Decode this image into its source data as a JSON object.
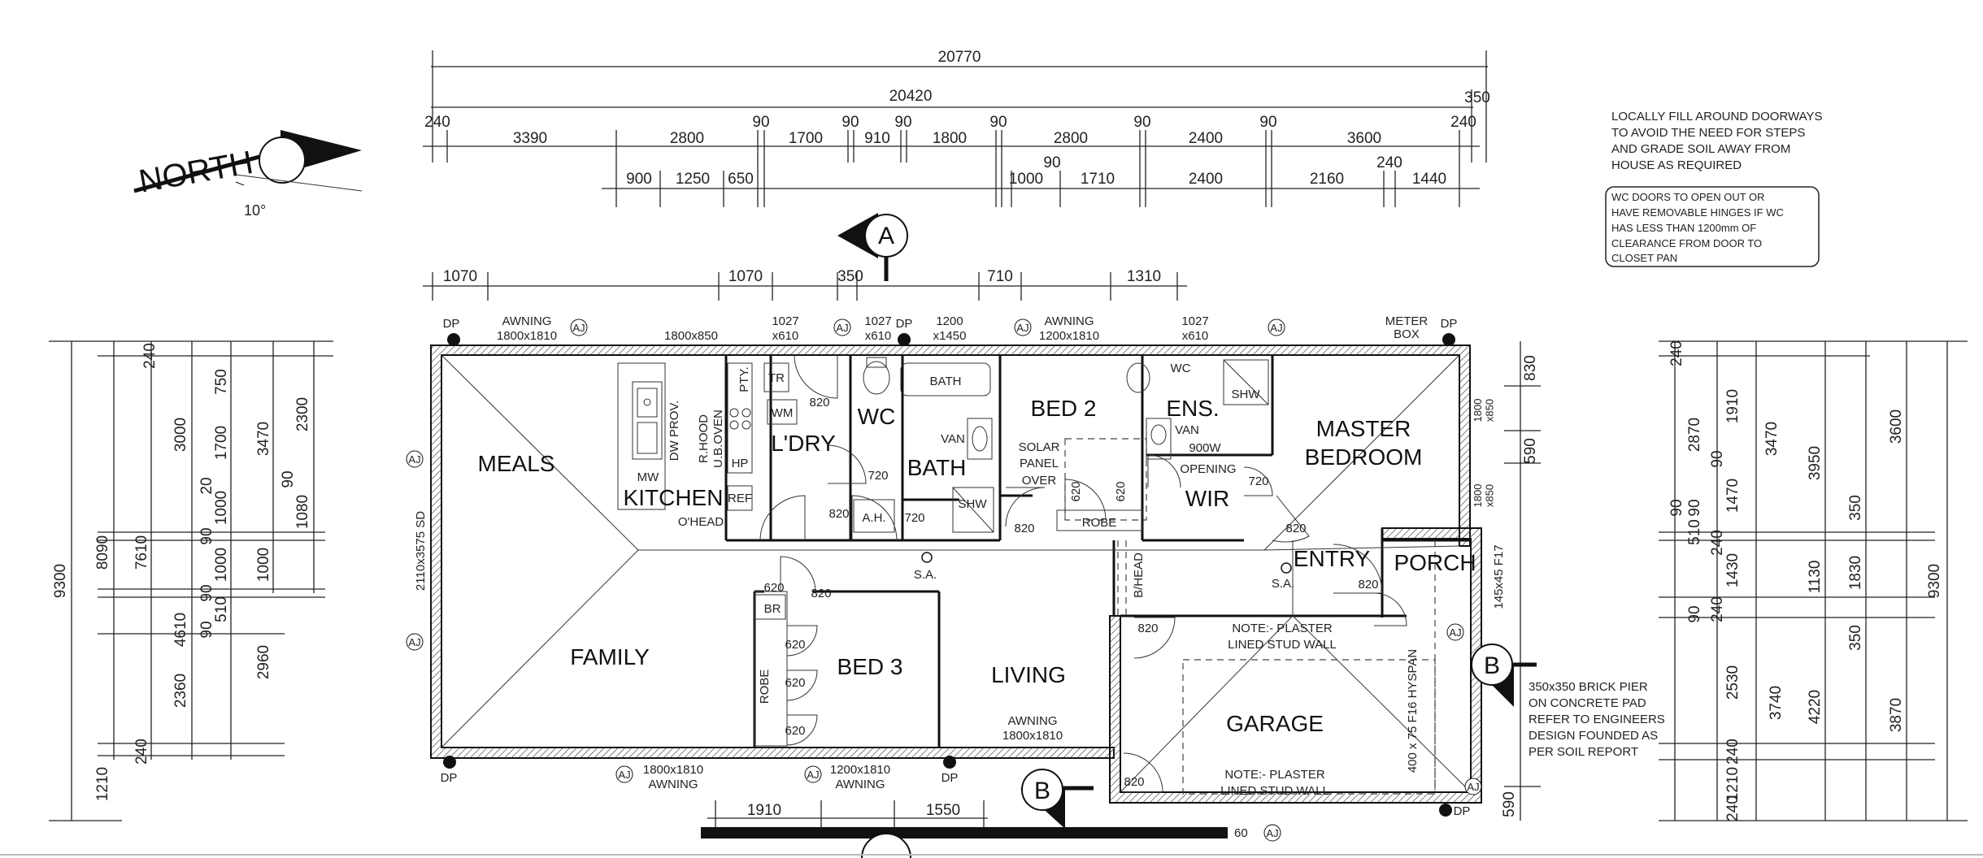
{
  "dims": {
    "top_overall": "20770",
    "top_second": "20420",
    "top_350": "350",
    "top_row1": [
      "240",
      "3390",
      "2800",
      "90",
      "1700",
      "90",
      "910",
      "90",
      "1800",
      "90",
      "2800",
      "90",
      "2400",
      "90",
      "3600",
      "240"
    ],
    "top_row2": [
      "900",
      "1250",
      "650",
      "1000",
      "90",
      "1710",
      "2400",
      "2160",
      "240",
      "1440"
    ],
    "top_row3": [
      "1070",
      "1070",
      "350",
      "710",
      "1310"
    ],
    "bottom": [
      "1910",
      "1550"
    ],
    "left": [
      "9300",
      "8090",
      "7610",
      "3000",
      "4610",
      "750",
      "1700",
      "20",
      "90",
      "1000",
      "90",
      "1000",
      "90",
      "510",
      "2360",
      "240",
      "1210",
      "240",
      "2300",
      "3470",
      "90",
      "1080",
      "1000",
      "2960"
    ],
    "right": [
      "240",
      "2870",
      "1910",
      "90",
      "3470",
      "90",
      "90",
      "510",
      "1470",
      "240",
      "1430",
      "90",
      "240",
      "2530",
      "240",
      "1210",
      "240",
      "3950",
      "3600",
      "350",
      "1130",
      "1830",
      "350",
      "4220",
      "3740",
      "3870",
      "9300"
    ],
    "right_side": [
      "830",
      "590",
      "1800\nx850",
      "1800\nx850",
      "590"
    ]
  },
  "north": {
    "label": "NORTH",
    "angle": "10°"
  },
  "sections": {
    "a": "A",
    "b": "B"
  },
  "rooms": {
    "meals": "MEALS",
    "kitchen": "KITCHEN",
    "laundry": "L'DRY",
    "wc": "WC",
    "bath": "BATH",
    "bed2": "BED 2",
    "ens": "ENS.",
    "master": "MASTER",
    "bedroom": "BEDROOM",
    "wir": "WIR",
    "family": "FAMILY",
    "bed3": "BED 3",
    "living": "LIVING",
    "entry": "ENTRY",
    "porch": "PORCH",
    "garage": "GARAGE"
  },
  "labels": {
    "dp": "DP",
    "aj": "AJ",
    "awning1": "AWNING",
    "awning1_size": "1800x1810",
    "win1800": "1800x850",
    "win1027a": "1027",
    "win1027a_size": "x610",
    "win1027b": "1027",
    "win1027b_size": "x610",
    "win1200": "1200",
    "win1200_size": "x1450",
    "awning2": "AWNING",
    "awning2_size": "1200x1810",
    "win1027c": "1027",
    "win1027c_size": "x610",
    "meter": "METER",
    "meter_box": "BOX",
    "dw": "DW PROV.",
    "rhood": "R.HOOD",
    "uboven": "U.B.OVEN",
    "pty": "PTY.",
    "tr": "TR",
    "wm": "WM",
    "hp": "HP",
    "ref": "REF",
    "mw": "MW",
    "ohead": "O'HEAD",
    "d820a": "820",
    "d720a": "720",
    "d820b": "820",
    "ah": "A.H.",
    "d720b": "720",
    "bath_tub": "BATH",
    "van1": "VAN",
    "shw1": "SHW",
    "solar1": "SOLAR",
    "solar2": "PANEL",
    "solar3": "OVER",
    "d620a": "620",
    "d620b": "620",
    "robe1": "ROBE",
    "d820c": "820",
    "wc2": "WC",
    "shw2": "SHW",
    "van2": "VAN",
    "opening1": "900W",
    "opening2": "OPENING",
    "d720c": "720",
    "d820d": "820",
    "d820e": "820",
    "sd": "2110x3575 SD",
    "sa1": "S.A.",
    "sa2": "S.A.",
    "bhead": "B/HEAD",
    "f17": "145x45 F17",
    "d620c": "620",
    "d820f": "820",
    "br": "BR",
    "d620d": "620",
    "d620e": "620",
    "d620f": "620",
    "robe2": "ROBE",
    "awning3": "AWNING",
    "awning3_size": "1800x1810",
    "awning4_size": "1800x1810",
    "awning4": "AWNING",
    "awning5_size": "1200x1810",
    "awning5": "AWNING",
    "d820g": "820",
    "d820h": "820",
    "note1a": "NOTE:- PLASTER",
    "note1b": "LINED STUD WALL",
    "note2a": "NOTE:- PLASTER",
    "note2b": "LINED STUD WALL",
    "hyspan": "400 x 75 F16 HYSPAN",
    "sixty": "60",
    "pier1": "350x350 BRICK PIER",
    "pier2": "ON CONCRETE PAD",
    "pier3": "REFER TO ENGINEERS",
    "pier4": "DESIGN FOUNDED AS",
    "pier5": "PER SOIL REPORT"
  },
  "notes": {
    "fill": [
      "LOCALLY FILL AROUND DOORWAYS",
      "TO AVOID THE NEED FOR STEPS",
      "AND GRADE SOIL AWAY FROM",
      "HOUSE AS REQUIRED"
    ],
    "wc_doors": [
      "WC DOORS TO OPEN OUT OR",
      "HAVE REMOVABLE HINGES IF WC",
      "HAS LESS THAN 1200mm OF",
      "CLEARANCE FROM DOOR TO",
      "CLOSET PAN"
    ]
  }
}
